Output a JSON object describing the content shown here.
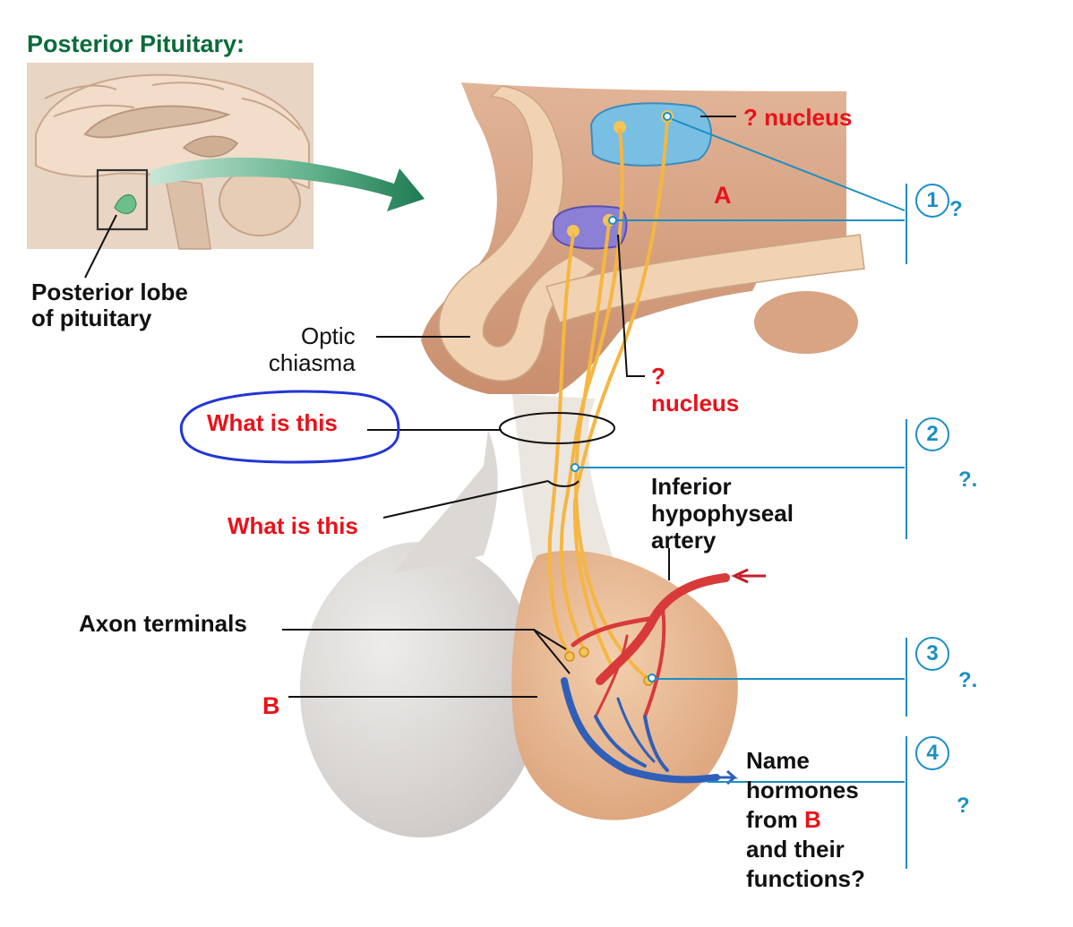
{
  "title": "Posterior Pituitary:",
  "labels": {
    "posterior_lobe": [
      "Posterior lobe",
      "of pituitary"
    ],
    "optic_chiasma": [
      "Optic",
      "chiasma"
    ],
    "question_nucleus_top": "? nucleus",
    "region_a": "A",
    "question_nucleus_lower": [
      "?",
      "nucleus"
    ],
    "what_is_this_1": "What is this",
    "what_is_this_2": "What is this",
    "inferior_artery": [
      "Inferior",
      "hypophyseal",
      "artery"
    ],
    "axon_terminals": "Axon terminals",
    "region_b": "B",
    "name_hormones": [
      "Name",
      "hormones",
      "from ",
      "B",
      "and their",
      "functions?"
    ]
  },
  "numbered": [
    {
      "num": "1",
      "answer": "?"
    },
    {
      "num": "2",
      "answer": "?."
    },
    {
      "num": "3",
      "answer": "?."
    },
    {
      "num": "4",
      "answer": "?"
    }
  ],
  "colors": {
    "title_green": "#0b6b3a",
    "label_red": "#e8121a",
    "callout_blue": "#1b8fc4",
    "ink_circle": "#2236d6",
    "axon_orange": "#f5b642",
    "artery_red": "#d83a3a",
    "vein_blue": "#2f5fb8",
    "tissue_tan": "#e6b48c",
    "anterior_gray": "#d9d6d3"
  },
  "icons": [
    "neuron-cluster-icon",
    "arrow-right-icon"
  ]
}
